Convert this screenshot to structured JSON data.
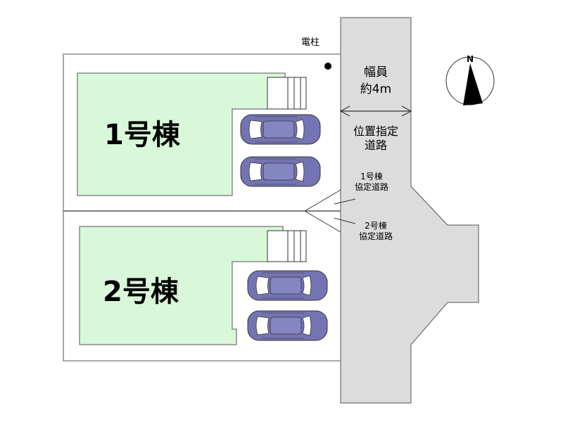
{
  "lots": [
    {
      "label": "1号棟"
    },
    {
      "label": "2号棟"
    }
  ],
  "pole_label": "電柱",
  "road": {
    "width_line1": "幅員",
    "width_line2": "約4m",
    "type_line1": "位置指定",
    "type_line2": "道路"
  },
  "agreement_roads": [
    {
      "line1": "1号棟",
      "line2": "協定道路"
    },
    {
      "line1": "2号棟",
      "line2": "協定道路"
    }
  ],
  "compass": {
    "label": "N"
  },
  "colors": {
    "lot": "#d9f7d9",
    "road": "#dcdcdc",
    "car": "#7070b0"
  }
}
